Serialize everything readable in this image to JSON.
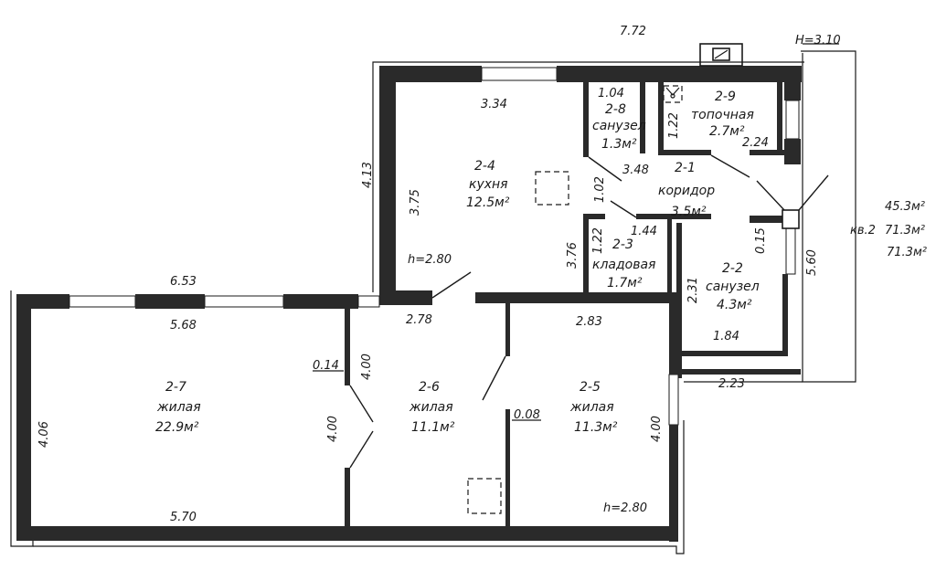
{
  "header": {
    "height_label": "H=3.10",
    "top_dimension": "7.72"
  },
  "side_totals": {
    "line1": "45.3м²",
    "apartment_label": "кв.2",
    "line2": "71.3м²",
    "line3": "71.3м²"
  },
  "rooms": [
    {
      "id": "2-1",
      "number": "2-1",
      "name": "коридор",
      "area": "3.5м²"
    },
    {
      "id": "2-2",
      "number": "2-2",
      "name": "санузел",
      "area": "4.3м²"
    },
    {
      "id": "2-3",
      "number": "2-3",
      "name": "кладовая",
      "area": "1.7м²"
    },
    {
      "id": "2-4",
      "number": "2-4",
      "name": "кухня",
      "area": "12.5м²"
    },
    {
      "id": "2-5",
      "number": "2-5",
      "name": "жилая",
      "area": "11.3м²"
    },
    {
      "id": "2-6",
      "number": "2-6",
      "name": "жилая",
      "area": "11.1м²"
    },
    {
      "id": "2-7",
      "number": "2-7",
      "name": "жилая",
      "area": "22.9м²"
    },
    {
      "id": "2-8",
      "number": "2-8",
      "name": "санузел",
      "area": "1.3м²"
    },
    {
      "id": "2-9",
      "number": "2-9",
      "name": "топочная",
      "area": "2.7м²"
    }
  ],
  "dimensions": {
    "d334": "3.34",
    "d104": "1.04",
    "d122_top": "1.22",
    "d224": "2.24",
    "d413": "4.13",
    "d375": "3.75",
    "d348": "3.48",
    "d102": "1.02",
    "d122_mid": "1.22",
    "d144": "1.44",
    "d376": "3.76",
    "d015": "0.15",
    "d560": "5.60",
    "d231": "2.31",
    "d184": "1.84",
    "d223": "2.23",
    "d653": "6.53",
    "d568": "5.68",
    "d278": "2.78",
    "d283": "2.83",
    "d014": "0.14",
    "d400_a": "4.00",
    "d400_b": "4.00",
    "d400_c": "4.00",
    "d406": "4.06",
    "d008": "0.08",
    "d570": "5.70"
  },
  "heights": {
    "kitchen": "h=2.80",
    "room": "h=2.80"
  }
}
